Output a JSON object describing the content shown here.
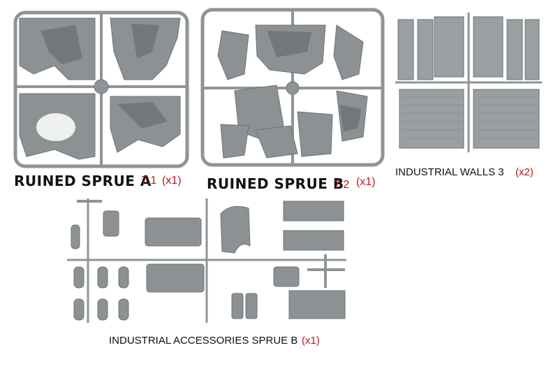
{
  "sprues": [
    {
      "name": "RUINED SPRUE A",
      "code": "7.1",
      "qty": "(x1)"
    },
    {
      "name": "RUINED SPRUE B",
      "code": "7.2",
      "qty": "(x1)"
    },
    {
      "name": "INDUSTRIAL WALLS 3",
      "qty": "(x2)"
    },
    {
      "name": "INDUSTRIAL ACCESSORIES SPRUE B",
      "qty": "(x1)"
    }
  ],
  "colors": {
    "background": "#ffffff",
    "plastic": "#8f9496",
    "label": "#111111",
    "quantity": "#b8191e"
  }
}
